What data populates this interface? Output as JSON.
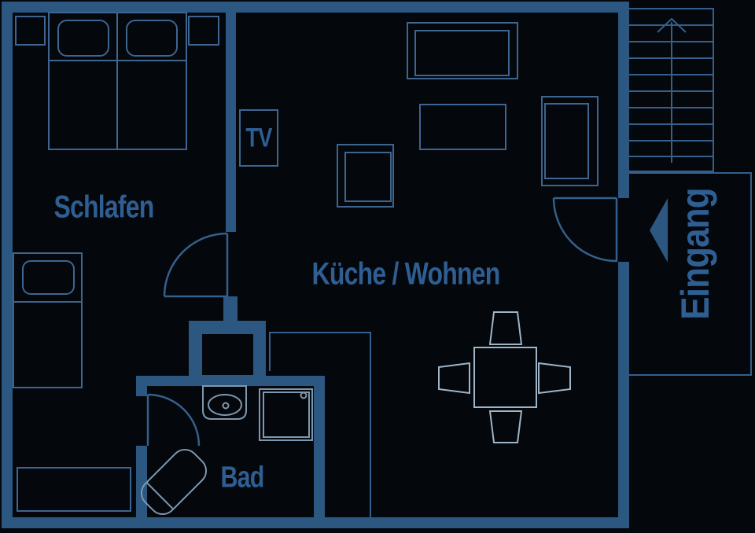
{
  "floorplan": {
    "rooms": {
      "bedroom": {
        "label": "Schlafen"
      },
      "living": {
        "label": "Küche / Wohnen"
      },
      "bathroom": {
        "label": "Bad"
      },
      "entrance": {
        "label": "Eingang"
      },
      "tv": {
        "label": "TV"
      }
    },
    "icons": [
      "stairs-up-arrow-icon",
      "entrance-direction-arrow-icon"
    ]
  },
  "colors": {
    "background": "#04070c",
    "wall": "#2b5781",
    "text": "#2e5e92",
    "line": "#33608c",
    "furniture": "#3e6590",
    "fixture": "#7e98ae",
    "dining": "#9fb4c6"
  }
}
